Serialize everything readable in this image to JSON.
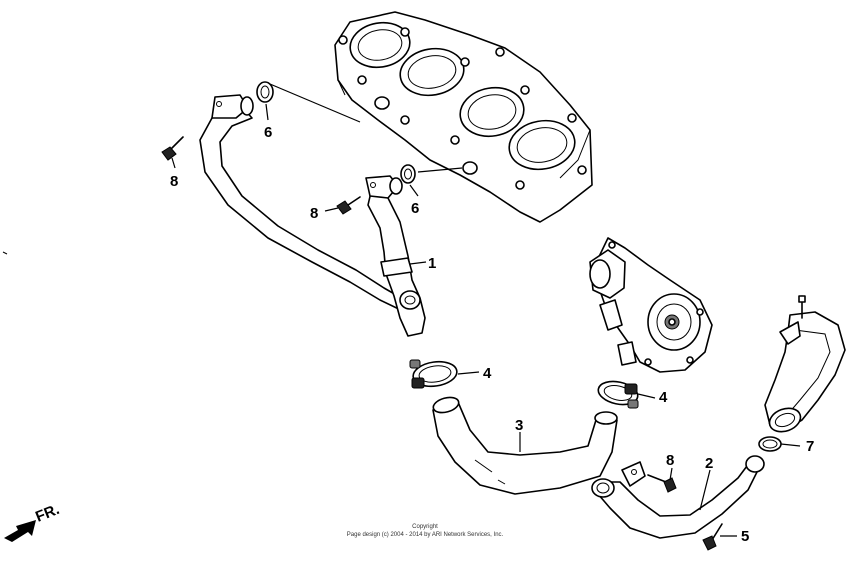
{
  "diagram": {
    "callouts": [
      {
        "id": "c1",
        "label": "1"
      },
      {
        "id": "c2",
        "label": "2"
      },
      {
        "id": "c3",
        "label": "3"
      },
      {
        "id": "c4a",
        "label": "4"
      },
      {
        "id": "c4b",
        "label": "4"
      },
      {
        "id": "c5",
        "label": "5"
      },
      {
        "id": "c6a",
        "label": "6"
      },
      {
        "id": "c6b",
        "label": "6"
      },
      {
        "id": "c7",
        "label": "7"
      },
      {
        "id": "c8a",
        "label": "8"
      },
      {
        "id": "c8b",
        "label": "8"
      },
      {
        "id": "c8c",
        "label": "8"
      }
    ],
    "front_arrow_label": "FR.",
    "copyright_title": "Copyright",
    "copyright_line": "Page design (c) 2004 - 2014 by ARI Network Services, Inc."
  }
}
